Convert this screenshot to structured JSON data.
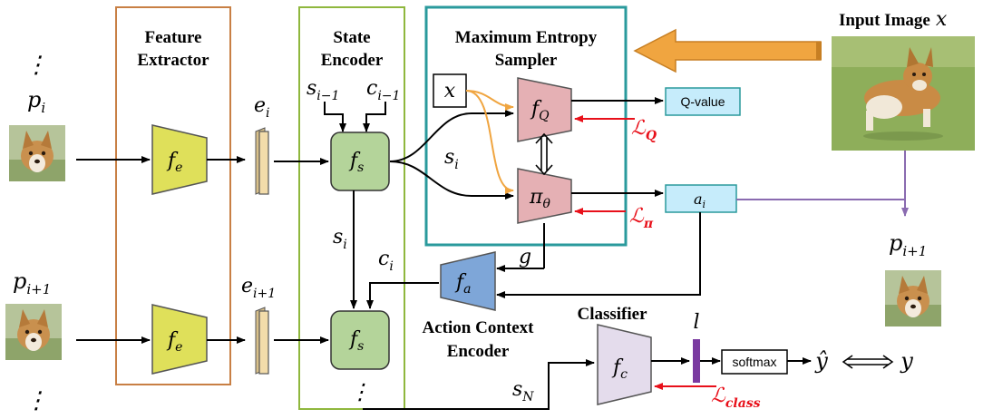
{
  "colors": {
    "feature_box": "#c87f44",
    "state_box": "#8fb73d",
    "sampler_box": "#2a9a9c",
    "trapezoid_yellow": "#dfe05a",
    "trapezoid_pink": "#e5b0b4",
    "trapezoid_blue": "#7ea6d8",
    "trapezoid_lavender": "#e4dcec",
    "state_node": "#b4d49a",
    "embedding_bar": "#f3dcaa",
    "output_box": "#c6ecfb",
    "logit_bar": "#7a3aa0",
    "big_arrow": "#f0a540",
    "purple_line": "#8a6bb0",
    "loss_red": "#e8101a"
  },
  "labels": {
    "feature_extractor_1": "Feature",
    "feature_extractor_2": "Extractor",
    "state_encoder_1": "State",
    "state_encoder_2": "Encoder",
    "sampler_1": "Maximum Entropy",
    "sampler_2": "Sampler",
    "input_image": "Input Image",
    "input_image_var": "x",
    "action_ctx_1": "Action Context",
    "action_ctx_2": "Encoder",
    "classifier": "Classifier",
    "q_value": "Q-value",
    "softmax": "softmax"
  },
  "math": {
    "p_i": "p",
    "p_i_sub": "i",
    "p_i1": "p",
    "p_i1_sub": "i+1",
    "p_out": "p",
    "p_out_sub": "i+1",
    "e_i": "e",
    "e_i_sub": "i",
    "e_i1": "e",
    "e_i1_sub": "i+1",
    "f_e": "f",
    "f_e_sub": "e",
    "f_s": "f",
    "f_s_sub": "s",
    "f_q": "f",
    "f_q_sub": "Q",
    "pi": "π",
    "pi_sub": "θ",
    "f_a": "f",
    "f_a_sub": "a",
    "f_c": "f",
    "f_c_sub": "c",
    "s_im1": "s",
    "s_im1_sub": "i−1",
    "c_im1": "c",
    "c_im1_sub": "i−1",
    "s_i_top": "s",
    "s_i_top_sub": "i",
    "s_i_mid": "s",
    "s_i_mid_sub": "i",
    "c_i": "c",
    "c_i_sub": "i",
    "g": "g",
    "a_i": "a",
    "a_i_sub": "i",
    "x_box": "x",
    "s_n": "s",
    "s_n_sub": "N",
    "l": "l",
    "y_hat": "ŷ",
    "y": "y",
    "dots": "⋮"
  },
  "losses": {
    "loss_q": "ℒ",
    "loss_q_sub": "Q",
    "loss_pi": "ℒ",
    "loss_pi_sub": "π",
    "loss_class": "ℒ",
    "loss_class_sub": "class"
  }
}
